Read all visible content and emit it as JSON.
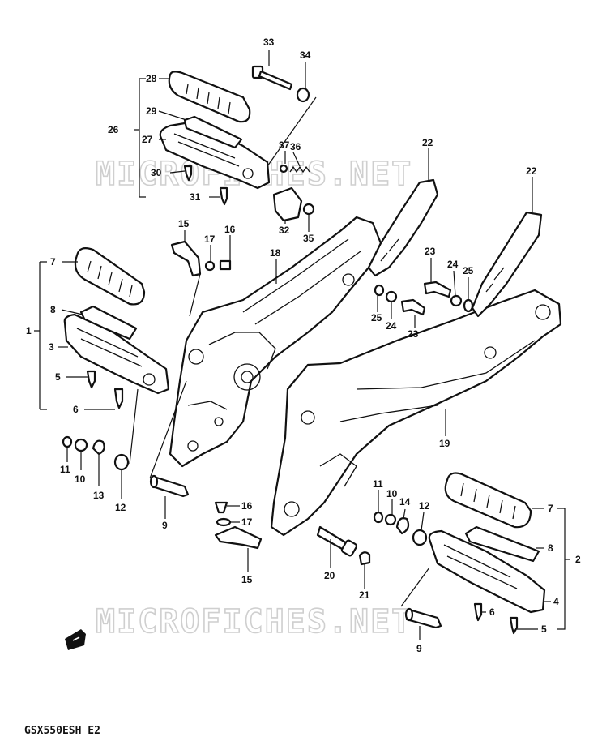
{
  "labels": {
    "p1": "1",
    "p2": "2",
    "p3": "3",
    "p4": "4",
    "p5a": "5",
    "p5b": "5",
    "p6a": "6",
    "p6b": "6",
    "p7a": "7",
    "p7b": "7",
    "p8a": "8",
    "p8b": "8",
    "p9a": "9",
    "p9b": "9",
    "p10a": "10",
    "p10b": "10",
    "p11a": "11",
    "p11b": "11",
    "p12a": "12",
    "p12b": "12",
    "p13": "13",
    "p14": "14",
    "p15a": "15",
    "p15b": "15",
    "p16a": "16",
    "p16b": "16",
    "p17a": "17",
    "p17b": "17",
    "p18": "18",
    "p19": "19",
    "p20": "20",
    "p21": "21",
    "p22a": "22",
    "p22b": "22",
    "p23a": "23",
    "p23b": "23",
    "p24a": "24",
    "p24b": "24",
    "p25a": "25",
    "p25b": "25",
    "p26": "26",
    "p27": "27",
    "p28": "28",
    "p29": "29",
    "p30": "30",
    "p31": "31",
    "p32": "32",
    "p33": "33",
    "p34": "34",
    "p35": "35",
    "p36": "36",
    "p37": "37"
  },
  "watermark": {
    "top": "MICROFICHES.NET",
    "bottom": "MICROFICHES.NET"
  },
  "model_code": "GSX550ESH E2"
}
